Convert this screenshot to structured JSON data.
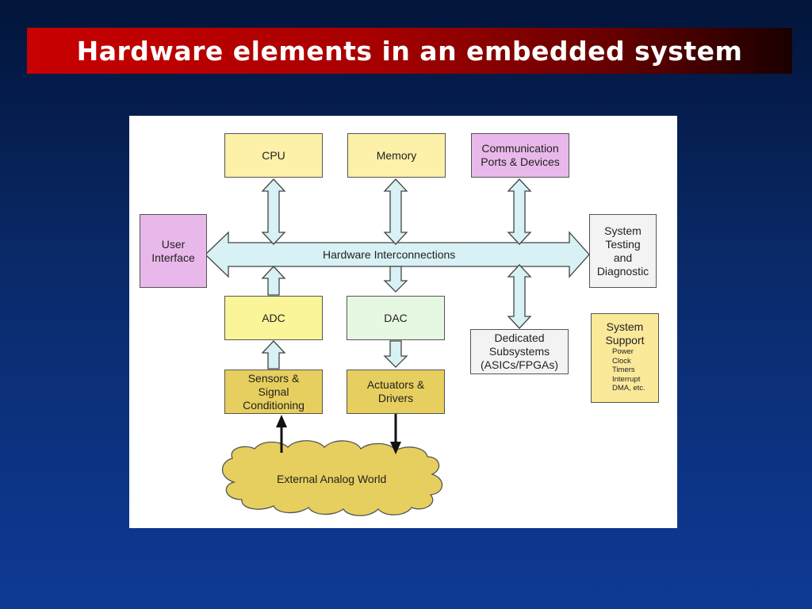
{
  "slide": {
    "title": "Hardware elements in an embedded system"
  },
  "diagram": {
    "bus_label": "Hardware Interconnections",
    "cloud_label": "External Analog World",
    "boxes": {
      "cpu": "CPU",
      "memory": "Memory",
      "comm_line1": "Communication",
      "comm_line2": "Ports & Devices",
      "ui_line1": "User",
      "ui_line2": "Interface",
      "sys_test_line1": "System",
      "sys_test_line2": "Testing",
      "sys_test_line3": "and",
      "sys_test_line4": "Diagnostic",
      "adc": "ADC",
      "dac": "DAC",
      "dedicated_line1": "Dedicated",
      "dedicated_line2": "Subsystems",
      "dedicated_line3": "(ASICs/FPGAs)",
      "sensors_line1": "Sensors &",
      "sensors_line2": "Signal",
      "sensors_line3": "Conditioning",
      "actuators_line1": "Actuators &",
      "actuators_line2": "Drivers",
      "support_line1": "System",
      "support_line2": "Support",
      "support_items": [
        "Power",
        "Clock",
        "Timers",
        "Interrupt",
        "DMA, etc."
      ]
    },
    "colors": {
      "arrow_fill": "#d7f1f4",
      "cloud_fill": "#e6cf5e"
    }
  }
}
